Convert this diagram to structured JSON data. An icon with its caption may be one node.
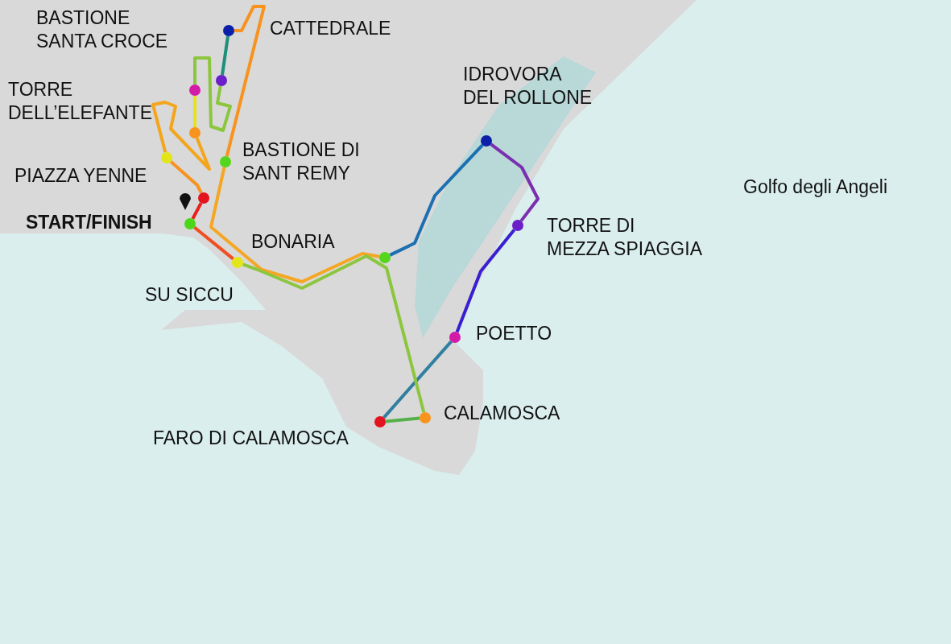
{
  "diagram": {
    "nodes": [
      {
        "text": [],
        "shape": "circle",
        "beside": [
          "START/FINISH"
        ]
      },
      {
        "text": [],
        "shape": "circle"
      },
      {
        "text": [],
        "shape": "circle",
        "beside": [
          "PIAZZA YENNE"
        ]
      },
      {
        "text": [],
        "shape": "circle"
      },
      {
        "text": [],
        "shape": "circle"
      },
      {
        "text": [],
        "shape": "circle"
      },
      {
        "text": [],
        "shape": "circle"
      },
      {
        "text": [],
        "shape": "circle",
        "beside": [
          "BASTIONE DI SANT REMY"
        ]
      },
      {
        "text": [],
        "shape": "circle"
      },
      {
        "text": [],
        "shape": "circle",
        "beside": [
          "IDROVORA DEL ROLLONE"
        ]
      },
      {
        "text": [],
        "shape": "circle",
        "beside": [
          "TORRE DI MEZZA SPIAGGIA"
        ]
      },
      {
        "text": [],
        "shape": "circle",
        "beside": [
          "POETTO"
        ]
      },
      {
        "text": [],
        "shape": "circle",
        "beside": [
          "FARO DI CALAMOSCA"
        ]
      },
      {
        "text": [],
        "shape": "circle",
        "beside": [
          "CALAMOSCA"
        ]
      },
      {
        "text": [],
        "shape": "circle",
        "beside": [
          "SU SICCU"
        ]
      }
    ],
    "edges": [
      {
        "from": 0,
        "to": 1,
        "arrow": "none",
        "color": "#e8201c"
      },
      {
        "from": 1,
        "to": 2,
        "arrow": "none",
        "color": "#f7931e"
      },
      {
        "from": 2,
        "to": 3,
        "arrow": "none",
        "color": "#f3a51c"
      },
      {
        "from": 3,
        "to": 4,
        "arrow": "none",
        "color": "#e5e514"
      },
      {
        "from": 4,
        "to": 5,
        "arrow": "none",
        "color": "#8cc63f"
      },
      {
        "from": 5,
        "to": 6,
        "arrow": "none",
        "color": "#1e8f7a"
      },
      {
        "from": 6,
        "to": 7,
        "arrow": "none",
        "color": "#f7931e"
      },
      {
        "from": 7,
        "to": 8,
        "arrow": "none",
        "color": "#f5a623"
      },
      {
        "from": 8,
        "to": 9,
        "arrow": "none",
        "color": "#1c6fb0"
      },
      {
        "from": 9,
        "to": 10,
        "arrow": "none",
        "color": "#7a2fb0"
      },
      {
        "from": 10,
        "to": 11,
        "arrow": "none",
        "color": "#3a1fd0"
      },
      {
        "from": 11,
        "to": 12,
        "arrow": "none",
        "color": "#2f7fa0"
      },
      {
        "from": 12,
        "to": 13,
        "arrow": "none",
        "color": "#55b04a"
      },
      {
        "from": 13,
        "to": 14,
        "arrow": "none",
        "color": "#8cc63f"
      },
      {
        "from": 14,
        "to": 0,
        "arrow": "none",
        "color": "#f04e23"
      }
    ],
    "labels": [
      "BASTIONE SANTA CROCE",
      "CATTEDRALE",
      "TORRE DELL’ELEFANTE",
      "Golfo degli Angeli",
      "BONARIA"
    ]
  }
}
